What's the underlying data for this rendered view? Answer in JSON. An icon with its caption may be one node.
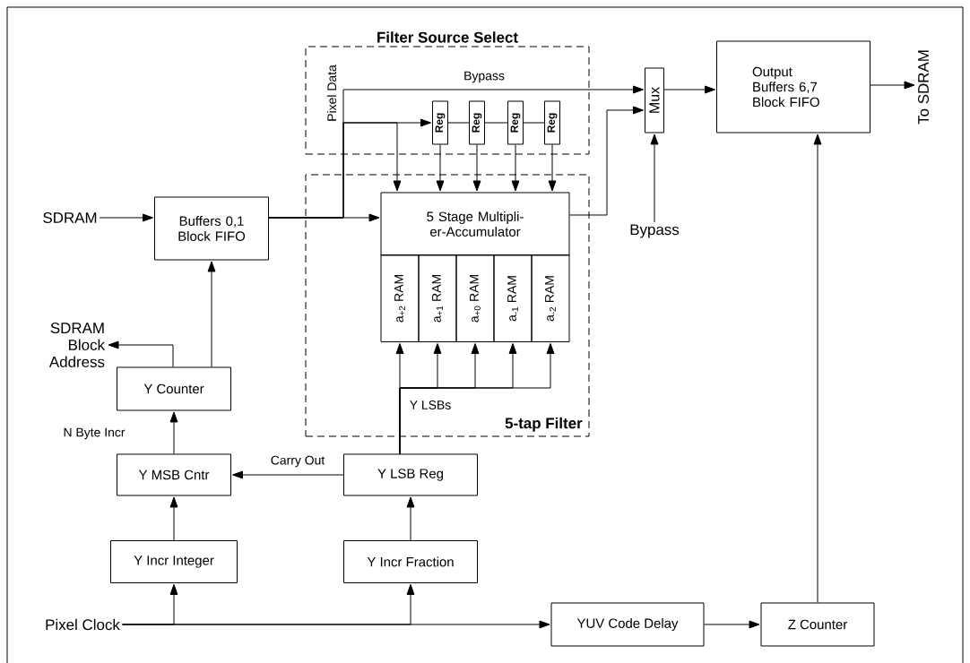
{
  "diagram": {
    "nodes": [
      {
        "text": [
          "Filter Source Select"
        ]
      },
      {
        "text": [
          "Reg"
        ],
        "in": 0
      },
      {
        "text": [
          "Reg"
        ],
        "in": 0
      },
      {
        "text": [
          "Reg"
        ],
        "in": 0
      },
      {
        "text": [
          "Reg"
        ],
        "in": 0
      },
      {
        "text": [
          "5-tap Filter"
        ]
      },
      {
        "text": [
          "5 Stage Multipli- er-Accumulator"
        ],
        "in": 5
      },
      {
        "text": [
          "a$_{+2}$ RAM"
        ],
        "in": 5
      },
      {
        "text": [
          "a$_{+1}$ RAM"
        ],
        "in": 5
      },
      {
        "text": [
          "a$_{+0}$ RAM"
        ],
        "in": 5
      },
      {
        "text": [
          "a$_{-1}$ RAM"
        ],
        "in": 5
      },
      {
        "text": [
          "a$_{-2}$ RAM"
        ],
        "in": 5
      },
      {
        "text": [
          "SDRAM"
        ]
      },
      {
        "text": [
          "Buffers 0,1 Block FIFO"
        ]
      },
      {
        "text": [
          "Mux"
        ]
      },
      {
        "text": [
          "Output Buffers 6,7 Block FIFO"
        ]
      },
      {
        "text": [
          "To SDRAM"
        ]
      },
      {
        "text": [
          "Bypass"
        ]
      },
      {
        "text": [
          "SDRAM Block Address"
        ]
      },
      {
        "text": [
          "Y Counter"
        ]
      },
      {
        "text": [
          "Y MSB Cntr"
        ]
      },
      {
        "text": [
          "Y LSB Reg"
        ]
      },
      {
        "text": [
          "Y Incr Integer"
        ]
      },
      {
        "text": [
          "Y Incr Fraction"
        ]
      },
      {
        "text": [
          "Pixel Clock"
        ]
      },
      {
        "text": [
          "YUV Code Delay"
        ]
      },
      {
        "text": [
          "Z Counter"
        ]
      }
    ],
    "edges": [
      {
        "from": 12,
        "to": 13,
        "arrow": "to"
      },
      {
        "from": 13,
        "to": 6,
        "arrow": "to"
      },
      {
        "from": 13,
        "to": 14,
        "arrow": "to",
        "label": "Bypass"
      },
      {
        "from": 13,
        "to": 1,
        "arrow": "to",
        "label": "Pixel Data"
      },
      {
        "from": 13,
        "to": 6,
        "arrow": "to"
      },
      {
        "from": 1,
        "to": 2,
        "arrow": "none"
      },
      {
        "from": 2,
        "to": 3,
        "arrow": "none"
      },
      {
        "from": 3,
        "to": 4,
        "arrow": "none"
      },
      {
        "from": 1,
        "to": 6,
        "arrow": "to"
      },
      {
        "from": 2,
        "to": 6,
        "arrow": "to"
      },
      {
        "from": 3,
        "to": 6,
        "arrow": "to"
      },
      {
        "from": 4,
        "to": 6,
        "arrow": "to"
      },
      {
        "from": 6,
        "to": 14,
        "arrow": "to"
      },
      {
        "from": 17,
        "to": 14,
        "arrow": "to"
      },
      {
        "from": 14,
        "to": 15,
        "arrow": "to"
      },
      {
        "from": 15,
        "to": 16,
        "arrow": "to"
      },
      {
        "from": 26,
        "to": 15,
        "arrow": "to"
      },
      {
        "from": 19,
        "to": 18,
        "arrow": "to"
      },
      {
        "from": 19,
        "to": 13,
        "arrow": "to"
      },
      {
        "from": 20,
        "to": 19,
        "arrow": "to",
        "label": "N Byte Incr"
      },
      {
        "from": 21,
        "to": 20,
        "arrow": "to",
        "label": "Carry Out"
      },
      {
        "from": 21,
        "to": 7,
        "arrow": "to"
      },
      {
        "from": 21,
        "to": 8,
        "arrow": "to"
      },
      {
        "from": 21,
        "to": 9,
        "arrow": "to"
      },
      {
        "from": 21,
        "to": 10,
        "arrow": "to"
      },
      {
        "from": 21,
        "to": 11,
        "arrow": "to"
      },
      {
        "from": 22,
        "to": 20,
        "arrow": "to"
      },
      {
        "from": 23,
        "to": 21,
        "arrow": "to"
      },
      {
        "from": 24,
        "to": 22,
        "arrow": "to"
      },
      {
        "from": 24,
        "to": 23,
        "arrow": "to"
      },
      {
        "from": 24,
        "to": 25,
        "arrow": "to"
      },
      {
        "from": 25,
        "to": 26,
        "arrow": "to"
      }
    ],
    "labels": [
      "Y LSBs"
    ]
  }
}
